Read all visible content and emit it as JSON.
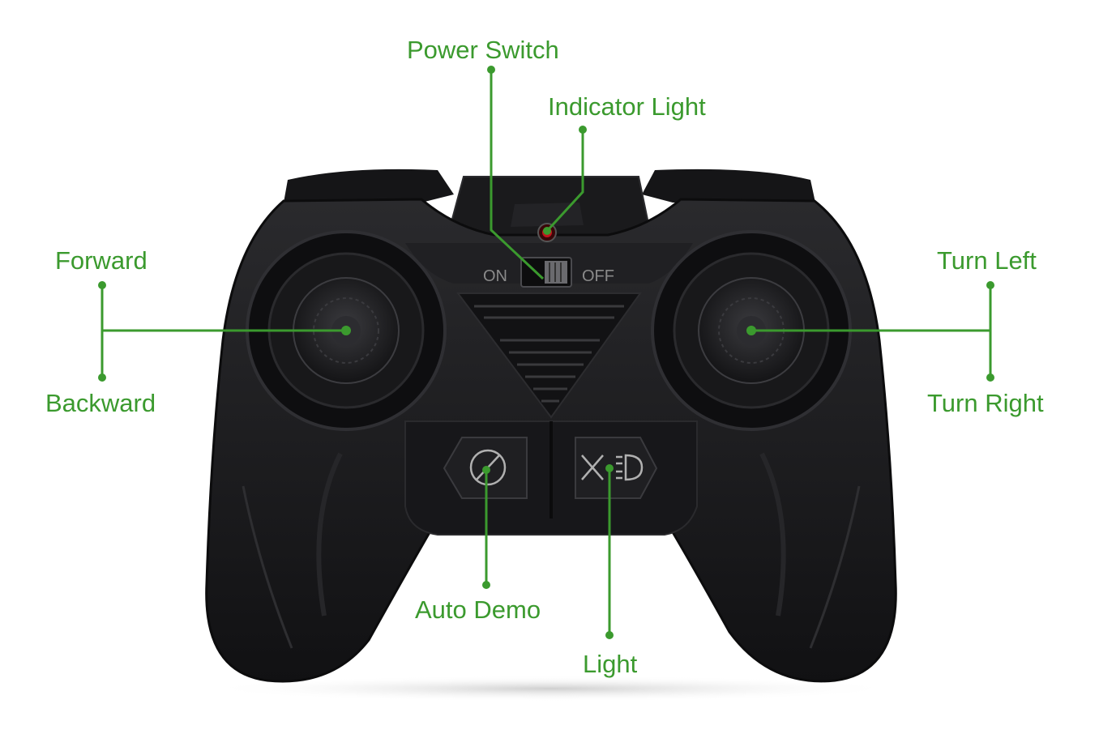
{
  "labels": {
    "power_switch": "Power Switch",
    "indicator_light": "Indicator Light",
    "forward": "Forward",
    "backward": "Backward",
    "turn_left": "Turn Left",
    "turn_right": "Turn Right",
    "auto_demo": "Auto Demo",
    "light": "Light"
  },
  "switch": {
    "on": "ON",
    "off": "OFF"
  },
  "colors": {
    "callout": "#3b9a2e",
    "body": "#1c1c1e",
    "indicator": "#c0141c"
  }
}
